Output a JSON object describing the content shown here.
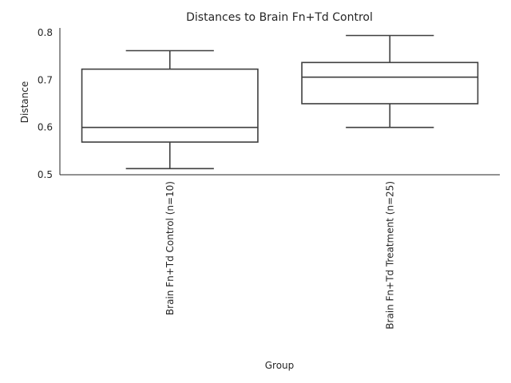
{
  "chart_data": {
    "type": "box",
    "title": "Distances to Brain Fn+Td Control",
    "xlabel": "Group",
    "ylabel": "Distance",
    "ylim": [
      0.5,
      0.81
    ],
    "yticks": [
      "0.5",
      "0.6",
      "0.7",
      "0.8"
    ],
    "grid": false,
    "categories": [
      "Brain Fn+Td Control (n=10)",
      "Brain Fn+Td Treatment (n=25)"
    ],
    "boxes": [
      {
        "whisker_low": 0.513,
        "q1": 0.569,
        "median": 0.6,
        "q3": 0.723,
        "whisker_high": 0.762
      },
      {
        "whisker_low": 0.6,
        "q1": 0.65,
        "median": 0.706,
        "q3": 0.737,
        "whisker_high": 0.794
      }
    ]
  }
}
